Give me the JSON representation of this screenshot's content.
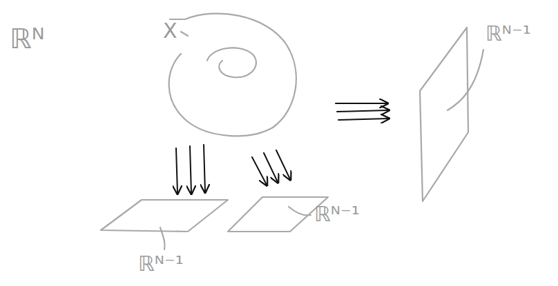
{
  "diagram": {
    "labels": [
      "ℝᴺ",
      "X",
      "ℝᴺ⁻¹",
      "ℝᴺ⁻¹",
      "ℝᴺ⁻¹"
    ]
  }
}
